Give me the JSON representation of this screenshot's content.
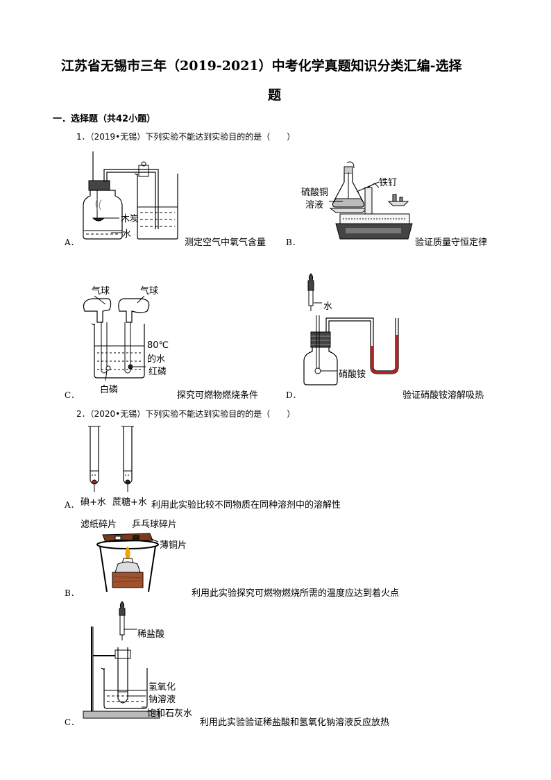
{
  "title": {
    "line1": "江苏省无锡市三年（2019-2021）中考化学真题知识分类汇编-选择",
    "line2": "题"
  },
  "section": "一．选择题（共42小题）",
  "q1": {
    "stem": "1．（2019•无锡）下列实验不能达到实验目的的是（　　）",
    "A": {
      "letter": "A．",
      "caption": "测定空气中氧气含量",
      "labels": {
        "charcoal": "木炭",
        "water": "水"
      }
    },
    "B": {
      "letter": "B．",
      "caption": "验证质量守恒定律",
      "labels": {
        "cuso4": "硫酸铜",
        "solution": "溶液",
        "nail": "铁钉"
      }
    },
    "C": {
      "letter": "C．",
      "caption": "探究可燃物燃烧条件",
      "labels": {
        "balloon1": "气球",
        "balloon2": "气球",
        "hot": "80℃",
        "water": "的水",
        "red": "红磷",
        "white": "白磷"
      }
    },
    "D": {
      "letter": "D．",
      "caption": "验证硝酸铵溶解吸热",
      "labels": {
        "water": "水",
        "nh4no3": "硝酸铵"
      }
    }
  },
  "q2": {
    "stem": "2．（2020•无锡）下列实验不能达到实验目的的是（　　）",
    "A": {
      "letter": "A．",
      "label1": "碘+水",
      "label2": "蔗糖+水",
      "caption": "利用此实验比较不同物质在同种溶剂中的溶解性"
    },
    "B": {
      "letter": "B．",
      "label1": "滤纸碎片",
      "label2": "乒乓球碎片",
      "label3": "薄铜片",
      "caption": "利用此实验探究可燃物燃烧所需的温度应达到着火点"
    },
    "C": {
      "letter": "C．",
      "label1": "稀盐酸",
      "label2": "氢氧化",
      "label3": "钠溶液",
      "label4": "饱和石灰水",
      "caption": "利用此实验验证稀盐酸和氢氧化钠溶液反应放热"
    }
  }
}
